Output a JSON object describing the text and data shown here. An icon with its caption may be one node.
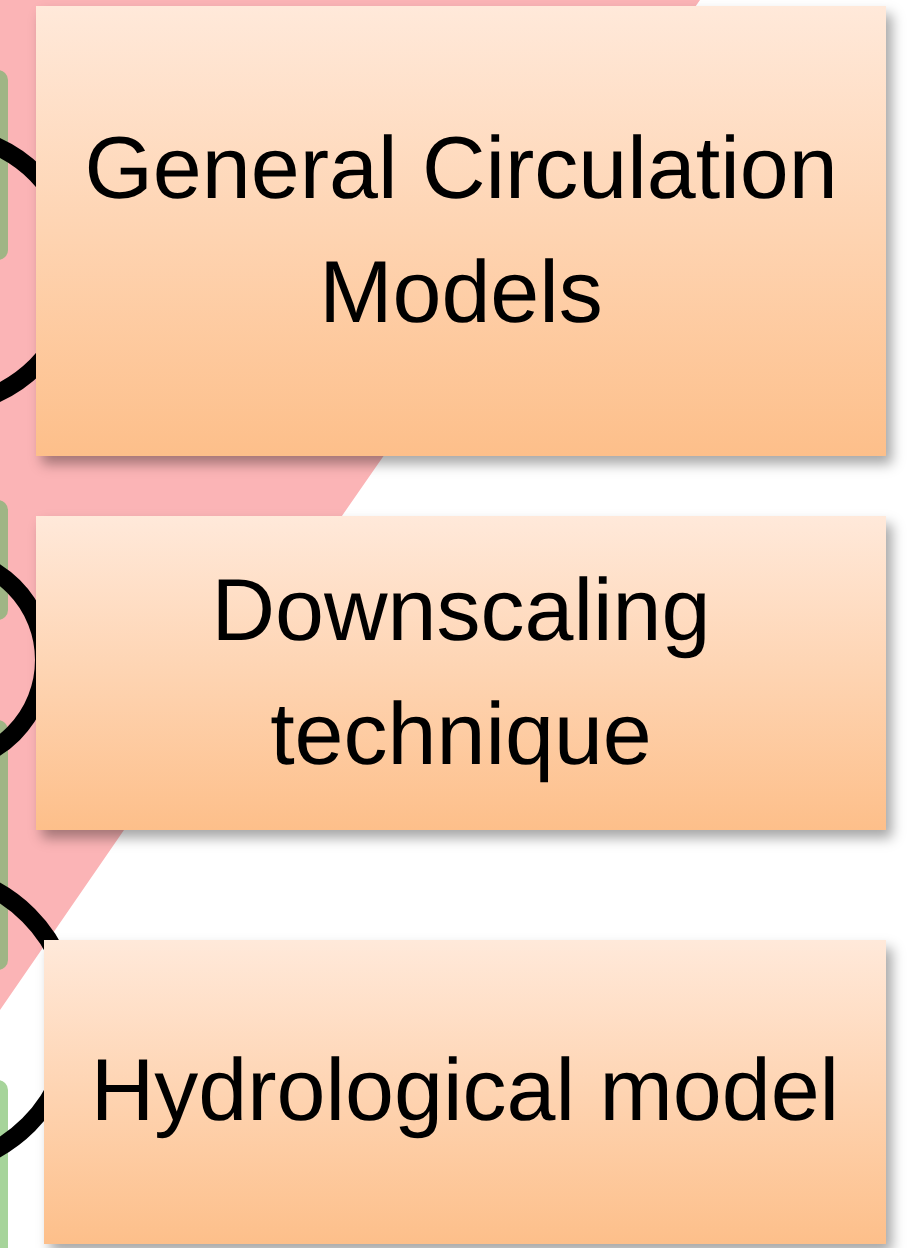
{
  "diagram": {
    "nodes": [
      {
        "text": [
          "General Circulation Models"
        ]
      },
      {
        "text": [
          "Downscaling technique"
        ]
      },
      {
        "text": [
          "Hydrological model"
        ]
      }
    ]
  }
}
